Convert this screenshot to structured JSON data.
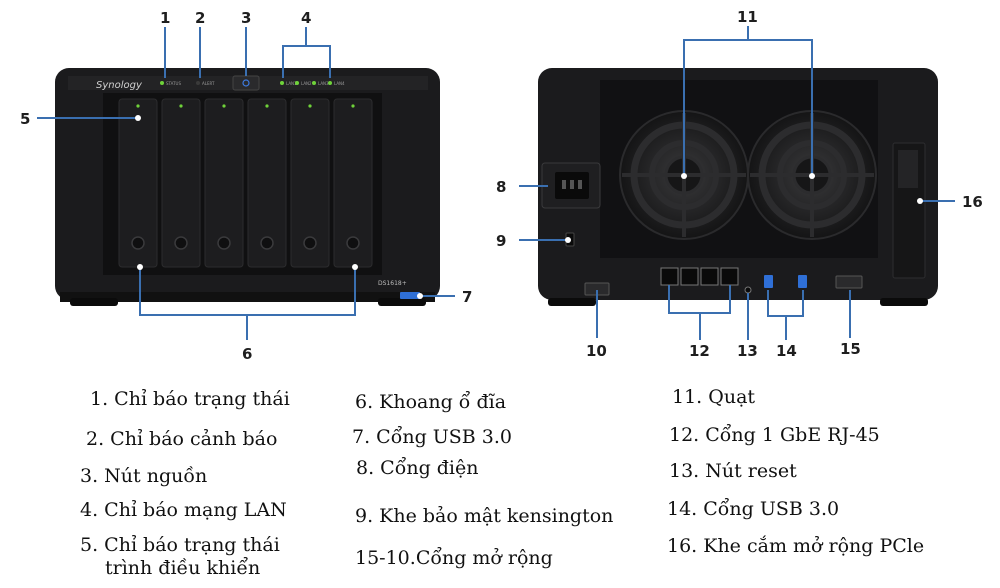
{
  "device": {
    "brand": "Synology",
    "model": "DS1618+",
    "led_labels": [
      "STATUS",
      "ALERT",
      "LAN1",
      "LAN2",
      "LAN3",
      "LAN4"
    ]
  },
  "callouts": {
    "c1": "1",
    "c2": "2",
    "c3": "3",
    "c4": "4",
    "c5": "5",
    "c6": "6",
    "c7": "7",
    "c8": "8",
    "c9": "9",
    "c10": "10",
    "c11": "11",
    "c12": "12",
    "c13": "13",
    "c14": "14",
    "c15": "15",
    "c16": "16"
  },
  "legend": {
    "col1": [
      "1. Chỉ báo trạng thái",
      "2. Chỉ báo cảnh báo",
      "3. Nút nguồn",
      "4. Chỉ báo mạng LAN",
      "5. Chỉ báo trạng thái",
      "trình điều khiển"
    ],
    "col2": [
      "6. Khoang ổ đĩa",
      "7. Cổng USB 3.0",
      "8. Cổng điện",
      "9. Khe bảo mật kensington",
      "15-10.Cổng mở rộng"
    ],
    "col3": [
      "11. Quạt",
      "12. Cổng 1 GbE RJ-45",
      "13. Nút reset",
      "14. Cổng USB 3.0",
      "16. Khe cắm mở rộng PCle"
    ]
  },
  "colors": {
    "leader_line": "#3a6fb0",
    "chassis": "#1b1b1d",
    "led_green": "#6fd23a",
    "usb_blue": "#2f6fd6"
  }
}
